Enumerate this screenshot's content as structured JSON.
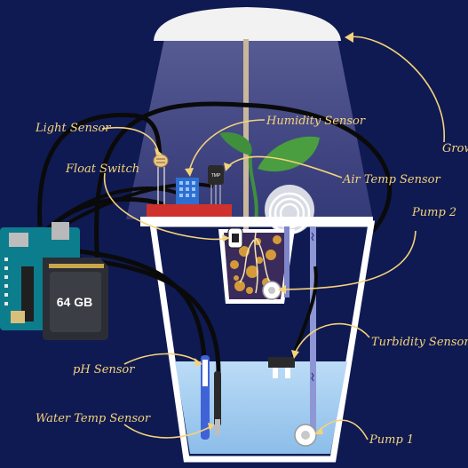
{
  "labels": {
    "light_sensor": "Light Sensor",
    "humidity_sensor": "Humidity Sensor",
    "float_switch": "Float Switch",
    "air_temp_sensor": "Air Temp Sensor",
    "pump_2": "Pump 2",
    "turbidity_sensor": "Turbidity Sensor",
    "ph_sensor": "pH Sensor",
    "water_temp_sensor": "Water Temp Sensor",
    "pump_1": "Pump 1",
    "grow_light": "Grow"
  },
  "sd_card": {
    "capacity": "64 GB"
  },
  "temp_chip": {
    "text": "TMP"
  },
  "colors": {
    "background": "#0f1a52",
    "label": "#f5d37a",
    "water": "#a8cef2",
    "arduino": "#0c7d8d",
    "lamp": "#f2f2f2",
    "shelf": "#d0312d",
    "leaf": "#3f8f3c"
  }
}
